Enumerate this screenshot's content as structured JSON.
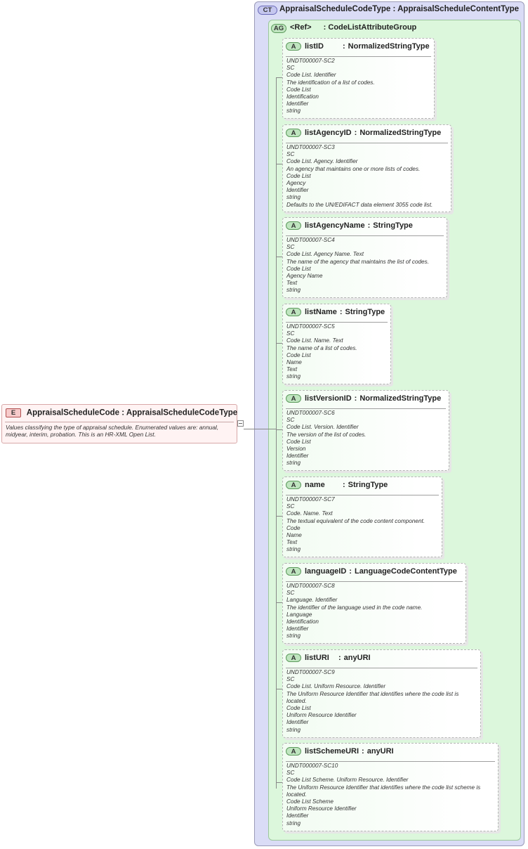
{
  "complex_type": {
    "badge": "CT",
    "name": "AppraisalScheduleCodeType",
    "sep": ":",
    "base": "AppraisalScheduleContentType"
  },
  "attribute_group": {
    "badge": "AG",
    "name": "<Ref>",
    "sep": ":",
    "type": "CodeListAttributeGroup"
  },
  "element": {
    "badge": "E",
    "name": "AppraisalScheduleCode",
    "sep": ":",
    "type": "AppraisalScheduleCodeType",
    "doc": "Values classifying the type of appraisal schedule. Enumerated values are: annual, midyear, interim, probation. This is an HR-XML Open List."
  },
  "attributes": [
    {
      "badge": "A",
      "name": "listID",
      "sep": ":",
      "type": "NormalizedStringType",
      "doc": [
        "UNDT000007-SC2",
        "SC",
        "Code List. Identifier",
        "The identification of a list of codes.",
        "Code List",
        "Identification",
        "Identifier",
        "string"
      ]
    },
    {
      "badge": "A",
      "name": "listAgencyID",
      "sep": ":",
      "type": "NormalizedStringType",
      "doc": [
        "UNDT000007-SC3",
        "SC",
        "Code List. Agency. Identifier",
        "An agency that maintains one or more lists of codes.",
        "Code List",
        "Agency",
        "Identifier",
        "string",
        "Defaults to the UN/EDIFACT data element 3055 code list."
      ]
    },
    {
      "badge": "A",
      "name": "listAgencyName",
      "sep": ":",
      "type": "StringType",
      "doc": [
        "UNDT000007-SC4",
        "SC",
        "Code List. Agency Name. Text",
        "The name of the agency that maintains the list of codes.",
        "Code List",
        "Agency Name",
        "Text",
        "string"
      ]
    },
    {
      "badge": "A",
      "name": "listName",
      "sep": ":",
      "type": "StringType",
      "doc": [
        "UNDT000007-SC5",
        "SC",
        "Code List. Name. Text",
        "The name of a list of codes.",
        "Code List",
        "Name",
        "Text",
        "string"
      ]
    },
    {
      "badge": "A",
      "name": "listVersionID",
      "sep": ":",
      "type": "NormalizedStringType",
      "doc": [
        "UNDT000007-SC6",
        "SC",
        "Code List. Version. Identifier",
        "The version of the list of codes.",
        "Code List",
        "Version",
        "Identifier",
        "string"
      ]
    },
    {
      "badge": "A",
      "name": "name",
      "sep": ":",
      "type": "StringType",
      "doc": [
        "UNDT000007-SC7",
        "SC",
        "Code. Name. Text",
        "The textual equivalent of the code content component.",
        "Code",
        "Name",
        "Text",
        "string"
      ]
    },
    {
      "badge": "A",
      "name": "languageID",
      "sep": ":",
      "type": "LanguageCodeContentType",
      "doc": [
        "UNDT000007-SC8",
        "SC",
        "Language. Identifier",
        "The identifier of the language used in the code name.",
        "Language",
        "Identification",
        "Identifier",
        "string"
      ]
    },
    {
      "badge": "A",
      "name": "listURI",
      "sep": ":",
      "type": "anyURI",
      "doc": [
        "UNDT000007-SC9",
        "SC",
        "Code List. Uniform Resource. Identifier",
        "The Uniform Resource Identifier that identifies where the code list is located.",
        "Code List",
        "Uniform Resource Identifier",
        "Identifier",
        "string"
      ]
    },
    {
      "badge": "A",
      "name": "listSchemeURI",
      "sep": ":",
      "type": "anyURI",
      "doc": [
        "UNDT000007-SC10",
        "SC",
        "Code List Scheme. Uniform Resource. Identifier",
        "The Uniform Resource Identifier that identifies where the code list scheme is located.",
        "Code List Scheme",
        "Uniform Resource Identifier",
        "Identifier",
        "string"
      ]
    }
  ]
}
